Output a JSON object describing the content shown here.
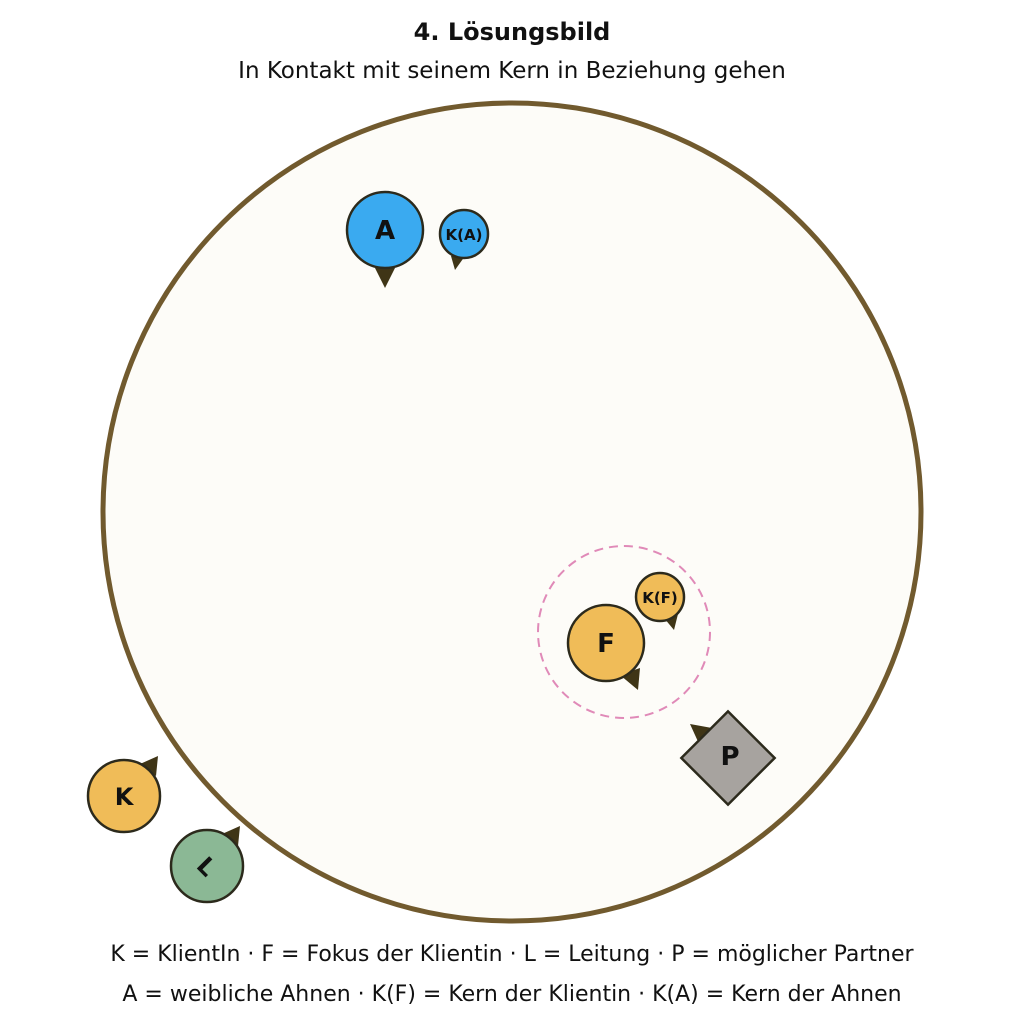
{
  "header": {
    "title": "4. Lösungsbild",
    "subtitle": "In Kontakt mit seinem Kern in Beziehung gehen"
  },
  "legend": {
    "line1": "K = KlientIn · F = Fokus der Klientin · L = Leitung · P = möglicher Partner",
    "line2": "A = weibliche Ahnen · K(F) = Kern der Klientin · K(A) = Kern der Ahnen"
  },
  "tokens": {
    "A": {
      "label": "A"
    },
    "KA": {
      "label": "K(A)"
    },
    "F": {
      "label": "F"
    },
    "KF": {
      "label": "K(F)"
    },
    "P": {
      "label": "P"
    },
    "K": {
      "label": "K"
    },
    "L": {
      "label": "L"
    }
  },
  "colors": {
    "field_fill": "#fdfcf8",
    "field_stroke": "#715a2e",
    "blue": "#3aaaf0",
    "orange": "#f0bc58",
    "green": "#8bb895",
    "gray": "#a7a39f",
    "marker": "#3f3516",
    "outline": "#2c2a1c",
    "focus_ring": "#e08ab8"
  }
}
